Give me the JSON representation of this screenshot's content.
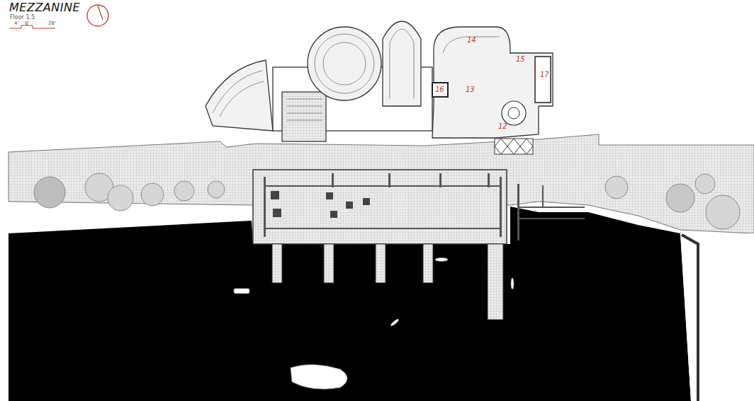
{
  "diagram": {
    "title": "MEZZANINE",
    "caption": "Floor 1.5",
    "labels": [
      "4'",
      "8'",
      "28'",
      "14",
      "15",
      "17",
      "16",
      "13",
      "12"
    ]
  }
}
